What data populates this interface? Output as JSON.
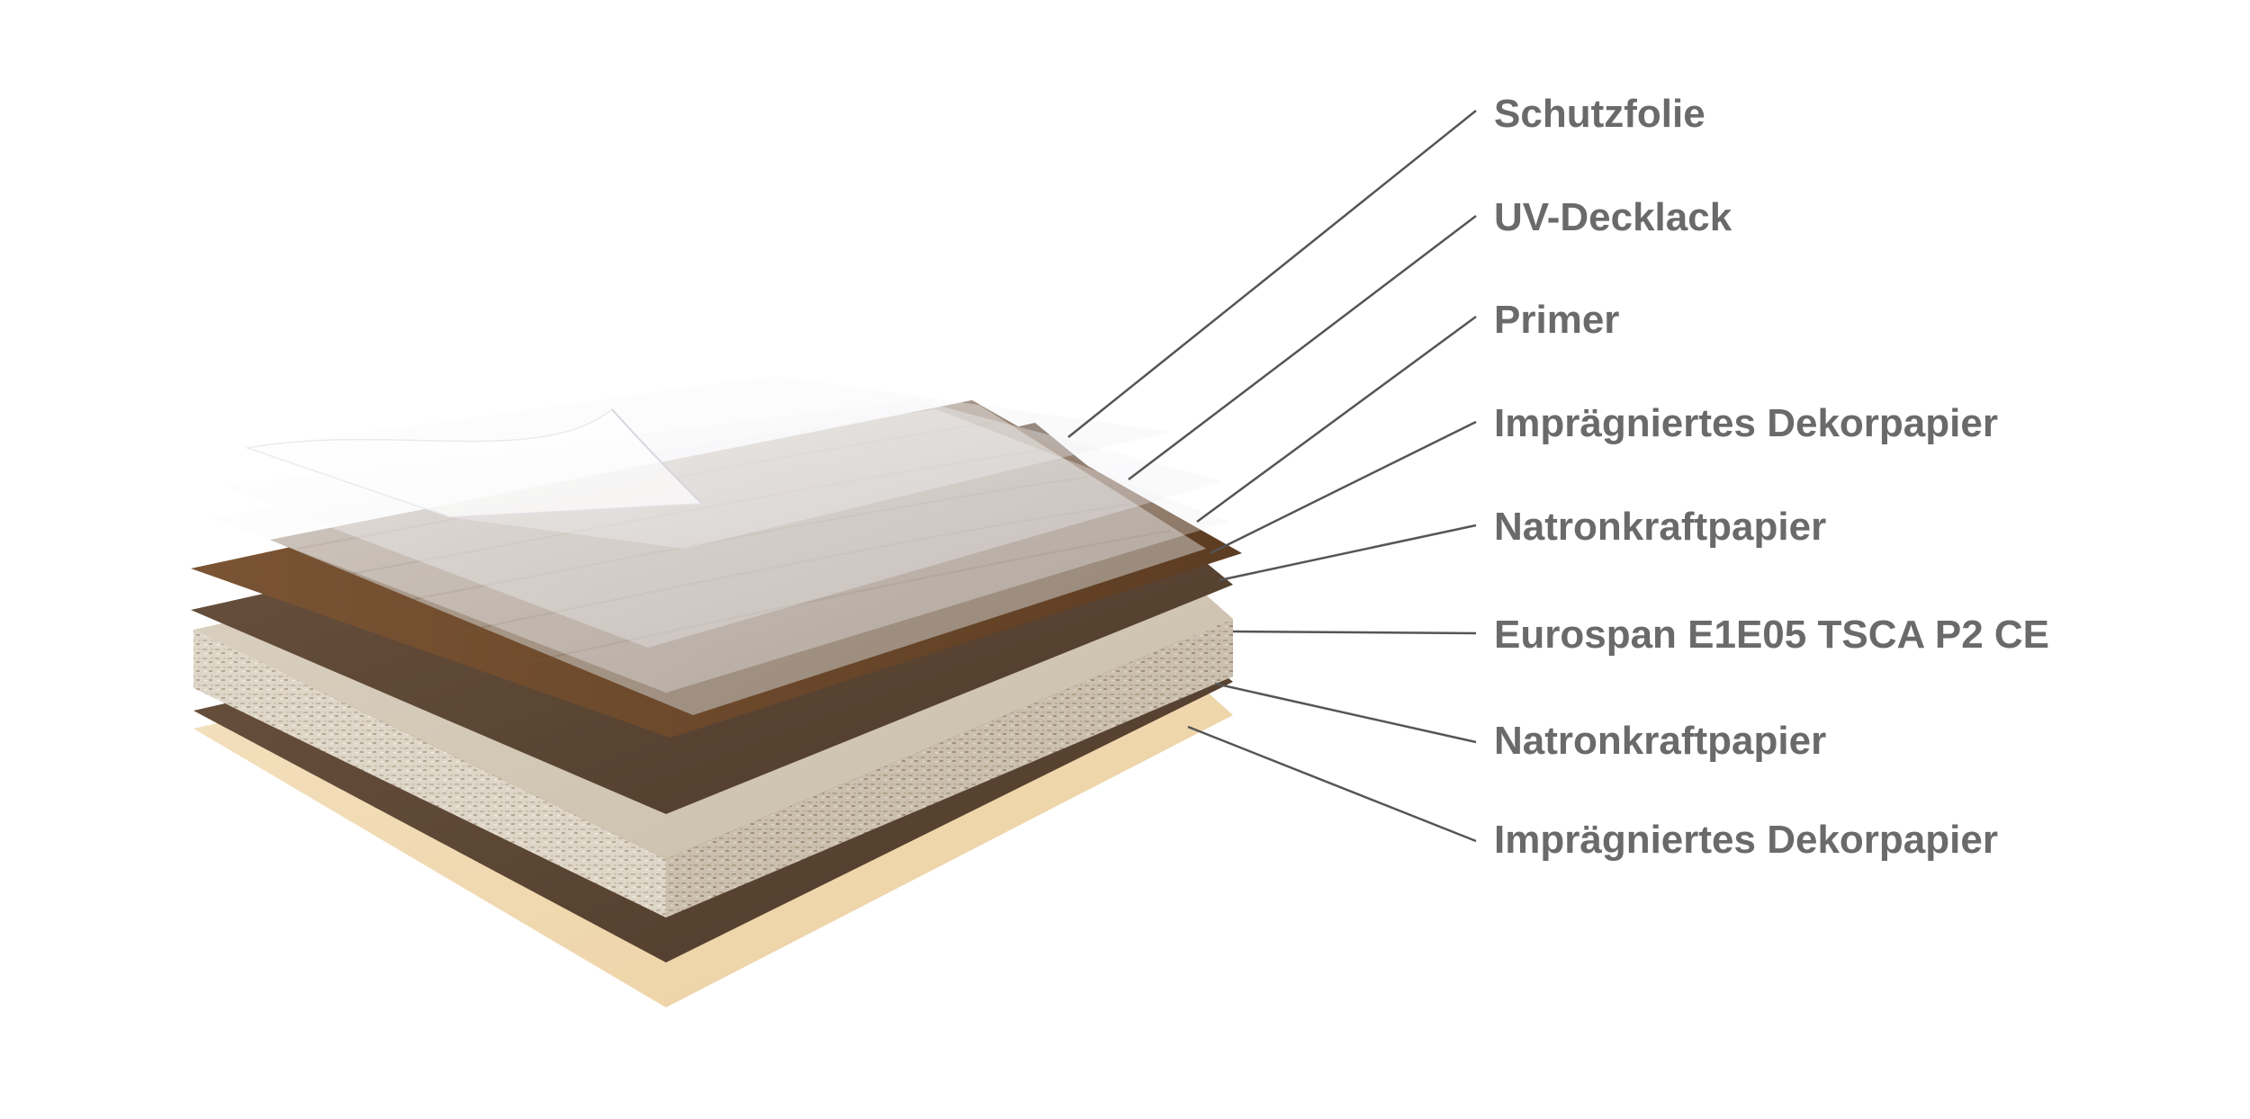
{
  "layers": [
    {
      "label": "Schutzfolie",
      "id": "schutzfolie"
    },
    {
      "label": "UV-Decklack",
      "id": "uv-decklack"
    },
    {
      "label": "Primer",
      "id": "primer"
    },
    {
      "label": "Imprägniertes Dekorpapier",
      "id": "dekorpapier-top"
    },
    {
      "label": "Natronkraftpapier",
      "id": "natronkraft-top"
    },
    {
      "label": "Eurospan E1E05 TSCA P2 CE",
      "id": "eurospan-core"
    },
    {
      "label": "Natronkraftpapier",
      "id": "natronkraft-bottom"
    },
    {
      "label": "Imprägniertes Dekorpapier",
      "id": "dekorpapier-bottom"
    }
  ],
  "colors": {
    "label_text": "#6a6a6a",
    "leader_line": "#555555",
    "wood_decor": "#a89a8e",
    "wood_edge": "#6e4a2c",
    "kraft": "#5e4633",
    "chipboard": "#d6ccbc",
    "backer": "#f1dcb8"
  }
}
